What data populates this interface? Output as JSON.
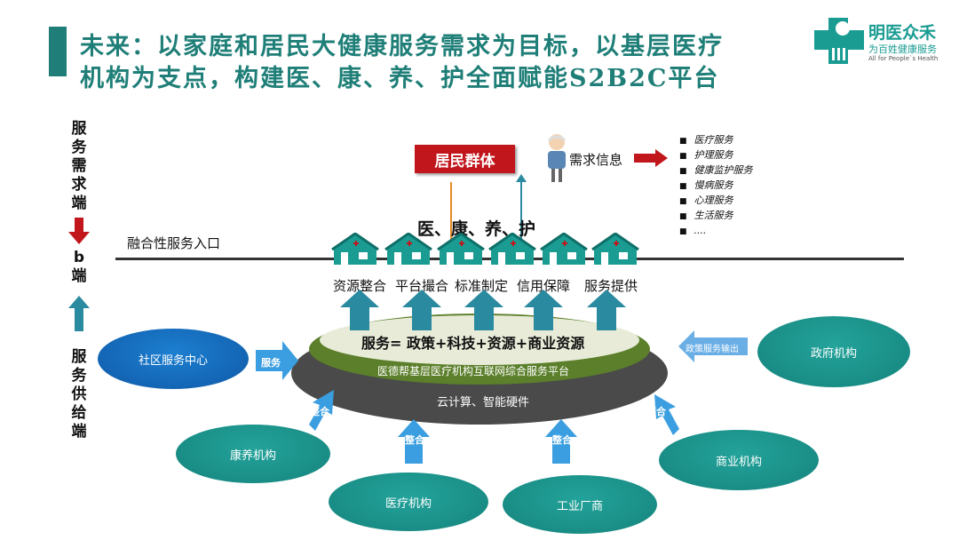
{
  "title": {
    "line1": "未来：以家庭和居民大健康服务需求为目标，以基层医疗",
    "line2": "机构为支点，构建医、康、养、护全面赋能S2B2C平台"
  },
  "logo": {
    "name": "明医众禾",
    "slogan": "为百姓健康服务",
    "english": "All for People`s Health"
  },
  "left_axis": {
    "demand": "服务需求端",
    "b": "b端",
    "supply": "服务供给端"
  },
  "residents": "居民群体",
  "demand_info": "需求信息",
  "demand_list": [
    "医疗服务",
    "护理服务",
    "健康监护服务",
    "慢病服务",
    "心理服务",
    "生活服务",
    "...."
  ],
  "four_services": "医、康、养、护",
  "entry_label": "融合性服务入口",
  "functions": [
    "资源整合",
    "平台撮合",
    "标准制定",
    "信用保障",
    "服务提供"
  ],
  "platform": {
    "formula": "服务= 政策+科技+资源+商业资源",
    "middle": "医德帮基层医疗机构互联网综合服务平台",
    "base": "云计算、智能硬件"
  },
  "nodes": {
    "community": "社区服务中心",
    "government": "政府机构",
    "kangyang": "康养机构",
    "medical": "医疗机构",
    "industrial": "工业厂商",
    "commercial": "商业机构"
  },
  "arrow_labels": {
    "service": "服务",
    "policy": "政策服务输出",
    "integrate": "整合"
  },
  "colors": {
    "teal": "#1a9c93",
    "red": "#c0161c",
    "blue": "#1467b8",
    "green": "#5b7f2a"
  }
}
